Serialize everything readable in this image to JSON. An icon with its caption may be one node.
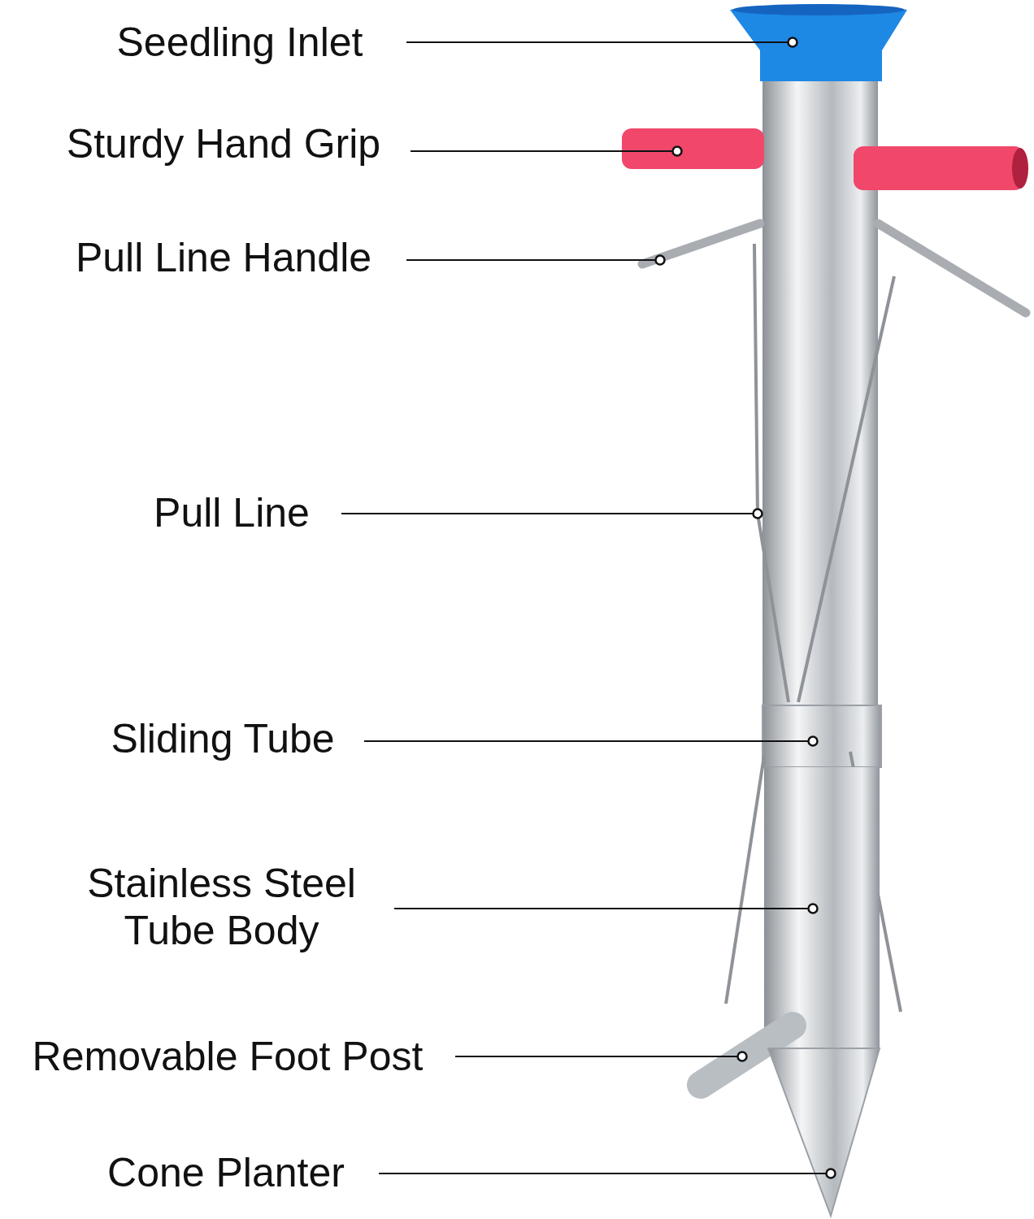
{
  "diagram": {
    "nodes": [
      {
        "text": [
          "Seedling Inlet"
        ]
      },
      {
        "text": [
          "Sturdy Hand Grip"
        ]
      },
      {
        "text": [
          "Pull Line Handle"
        ]
      },
      {
        "text": [
          "Pull Line"
        ]
      },
      {
        "text": [
          "Sliding Tube"
        ]
      },
      {
        "text": [
          "Stainless Steel Tube Body"
        ]
      },
      {
        "text": [
          "Removable Foot Post"
        ]
      },
      {
        "text": [
          "Cone Planter"
        ]
      },
      {
        "text": [],
        "shape": "picture"
      },
      {
        "text": [],
        "shape": "picture"
      },
      {
        "text": [],
        "shape": "picture"
      },
      {
        "text": [],
        "shape": "picture"
      },
      {
        "text": [],
        "shape": "picture"
      },
      {
        "text": [],
        "shape": "picture"
      },
      {
        "text": [],
        "shape": "picture"
      },
      {
        "text": [],
        "shape": "picture"
      }
    ],
    "edges": [
      {
        "from": 0,
        "to": 8,
        "arrow": "other"
      },
      {
        "from": 1,
        "to": 9,
        "arrow": "other"
      },
      {
        "from": 2,
        "to": 10,
        "arrow": "other"
      },
      {
        "from": 3,
        "to": 11,
        "arrow": "other"
      },
      {
        "from": 4,
        "to": 12,
        "arrow": "other"
      },
      {
        "from": 5,
        "to": 13,
        "arrow": "other"
      },
      {
        "from": 6,
        "to": 14,
        "arrow": "other"
      },
      {
        "from": 7,
        "to": 15,
        "arrow": "other"
      }
    ]
  }
}
